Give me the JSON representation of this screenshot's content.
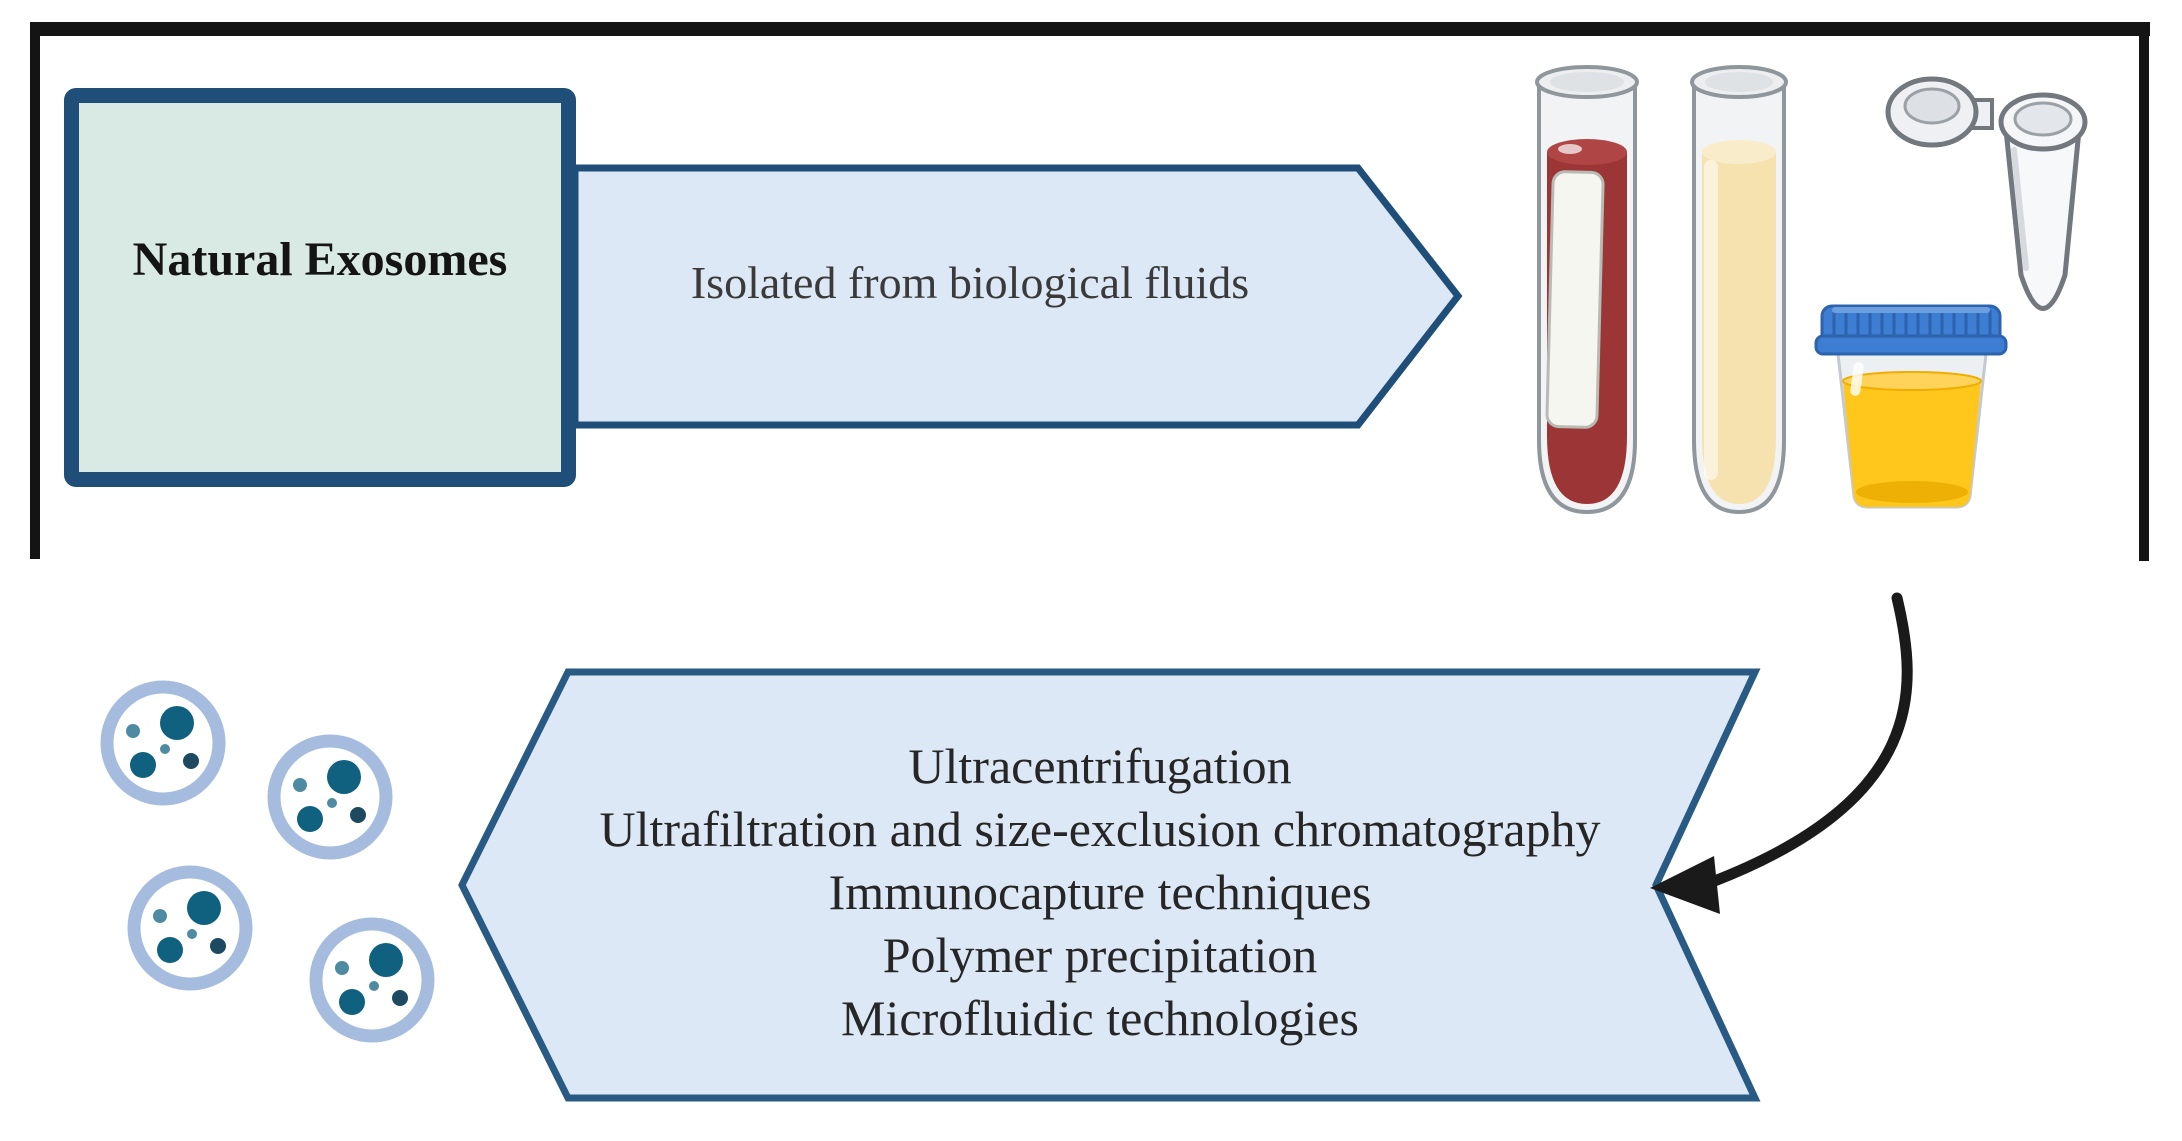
{
  "figure": {
    "source_box": {
      "label": "Natural Exosomes"
    },
    "isolation_arrow": {
      "label": "Isolated from biological fluids"
    },
    "methods_banner": {
      "lines": [
        "Ultracentrifugation",
        "Ultrafiltration and size-exclusion chromatography",
        "Immunocapture techniques",
        "Polymer precipitation",
        "Microfluidic technologies"
      ]
    },
    "icons": [
      "blood-collection-tube-icon",
      "serum-tube-icon",
      "urine-sample-cup-icon",
      "microcentrifuge-tube-icon",
      "exosome-vesicle-icon",
      "curved-arrow-icon"
    ],
    "colors": {
      "frame_black": "#141414",
      "box_border_navy": "#1f4e79",
      "box_fill_mint": "#d9eae4",
      "arrow_fill_light_blue": "#dce8f5",
      "arrow_border_navy": "#1f4e79",
      "banner_border_steel_blue": "#285a83",
      "exosome_ring": "#a6bcdf",
      "exosome_dot_dark_teal": "#10617f",
      "exosome_dot_light_teal": "#4e8ba3",
      "blood_red": "#9c3636",
      "serum_pale_yellow": "#f6e2af",
      "urine_yellow": "#ffc61c",
      "cup_lid_blue": "#3d7ed3",
      "connector_arrow_black": "#1a1a1a"
    }
  }
}
